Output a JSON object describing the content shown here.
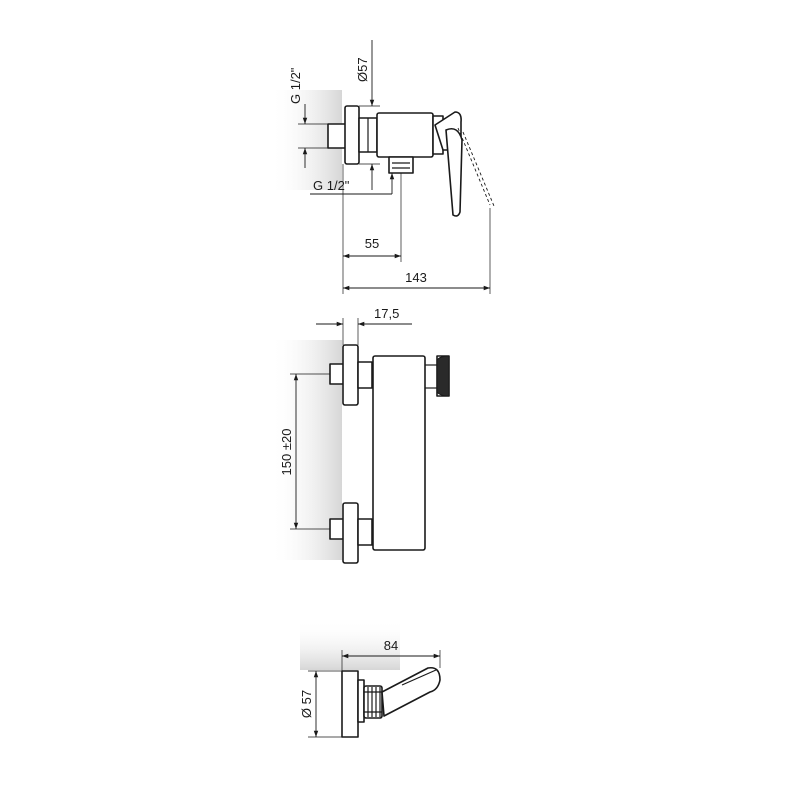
{
  "top_view": {
    "dim_inlet_thread": "G 1/2\"",
    "dim_diameter": "Ø57",
    "dim_outlet_thread": "G 1/2\"",
    "dim_outlet_offset": "55",
    "dim_total_depth": "143"
  },
  "front_view": {
    "dim_flange_depth": "17,5",
    "dim_center_distance": "150 ±20"
  },
  "side_view": {
    "dim_length": "84",
    "dim_diameter": "Ø 57"
  }
}
